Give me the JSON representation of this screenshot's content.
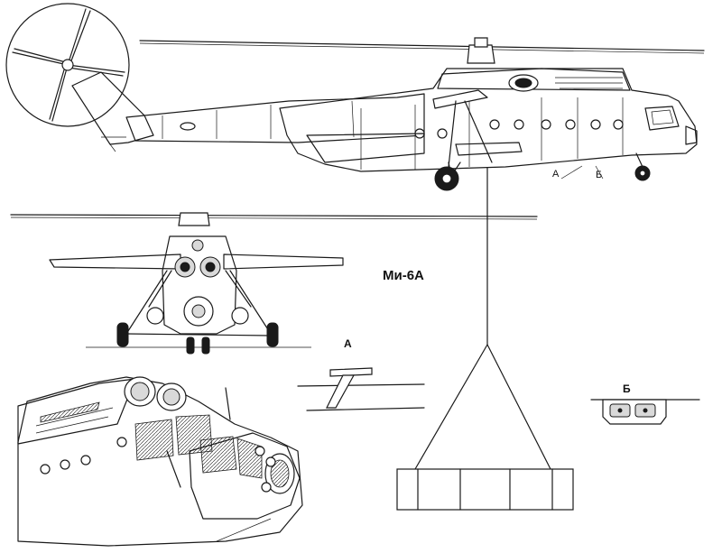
{
  "diagram": {
    "title": "Ми-6А",
    "callouts": {
      "side_a": "А",
      "side_b": "Б",
      "detail_a": "А",
      "detail_b": "Б"
    }
  }
}
